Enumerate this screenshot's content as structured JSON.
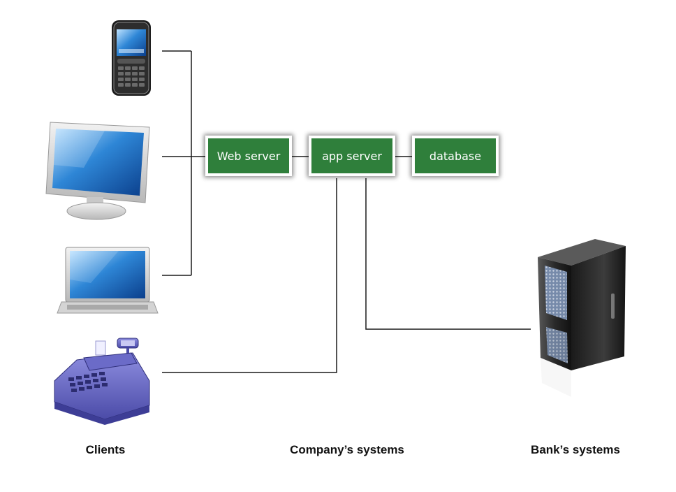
{
  "nodes": {
    "web_server": "Web server",
    "app_server": "app server",
    "database": "database"
  },
  "group_labels": {
    "clients": "Clients",
    "company": "Company’s systems",
    "bank": "Bank’s systems"
  },
  "icons": [
    "smartphone-icon",
    "desktop-monitor-icon",
    "laptop-icon",
    "cash-register-icon",
    "bank-server-tower-icon"
  ],
  "colors": {
    "node_fill": "#2f7f3b",
    "line": "#1a1a1a"
  }
}
